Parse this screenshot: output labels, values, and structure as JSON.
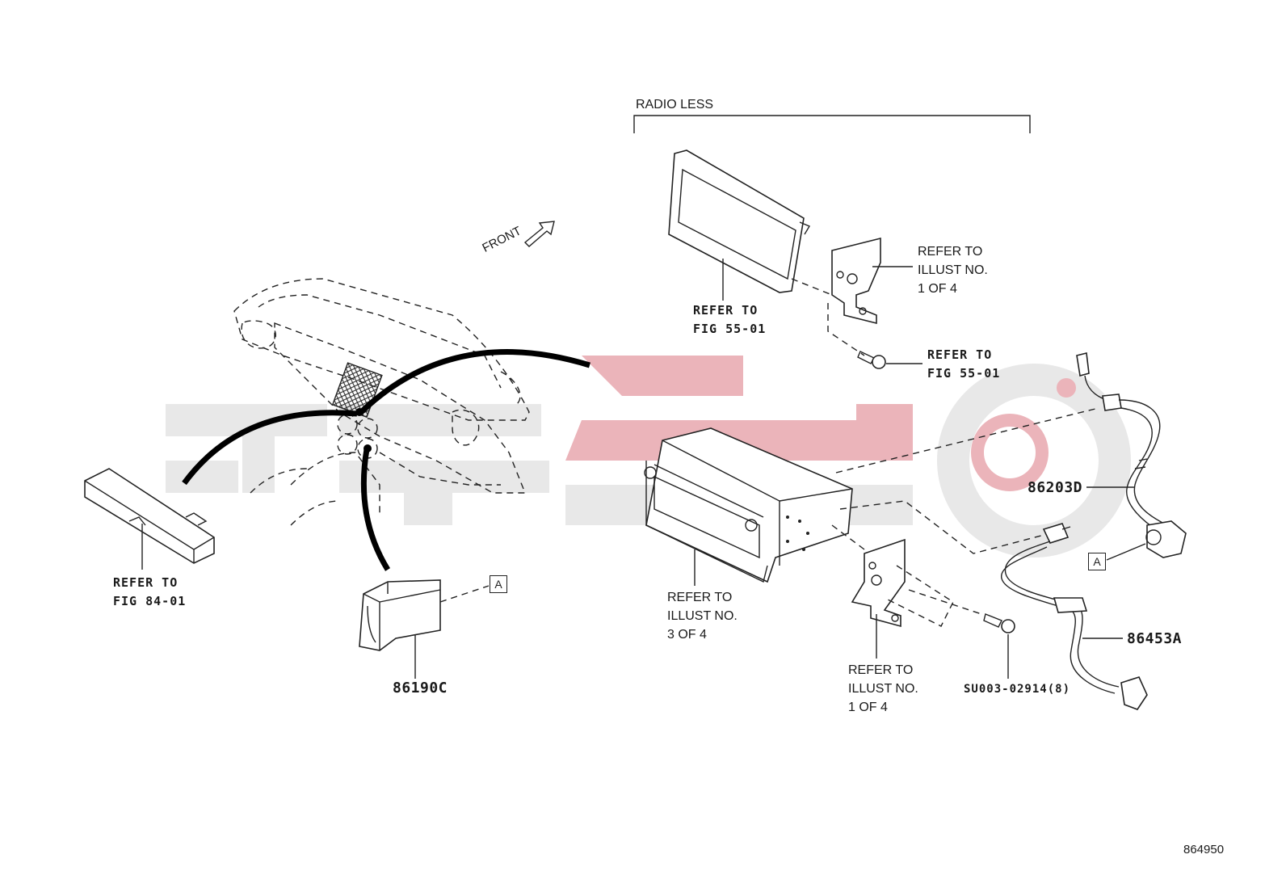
{
  "diagram": {
    "figure_code": "864950",
    "radio_less_label": "RADIO LESS",
    "front_label": "FRONT",
    "connector_ref": "A",
    "watermark": {
      "color_red": "#e8a8ae",
      "color_gray": "#e4e4e4"
    },
    "callouts": {
      "refer_fig_84_01": "REFER TO\nFIG 84-01",
      "refer_fig_55_01_panel": "REFER TO\nFIG 55-01",
      "refer_fig_55_01_screw": "REFER TO\nFIG 55-01",
      "refer_illust_1_top": "REFER TO\nILLUST NO.\n1 OF 4",
      "refer_illust_3": "REFER TO\nILLUST NO.\n3 OF 4",
      "refer_illust_1_bottom": "REFER TO\nILLUST NO.\n1 OF 4"
    },
    "parts": {
      "switch": "86190C",
      "antenna_cord": "86203D",
      "wire_harness": "86453A",
      "screw": "SU003-02914(8)"
    }
  }
}
